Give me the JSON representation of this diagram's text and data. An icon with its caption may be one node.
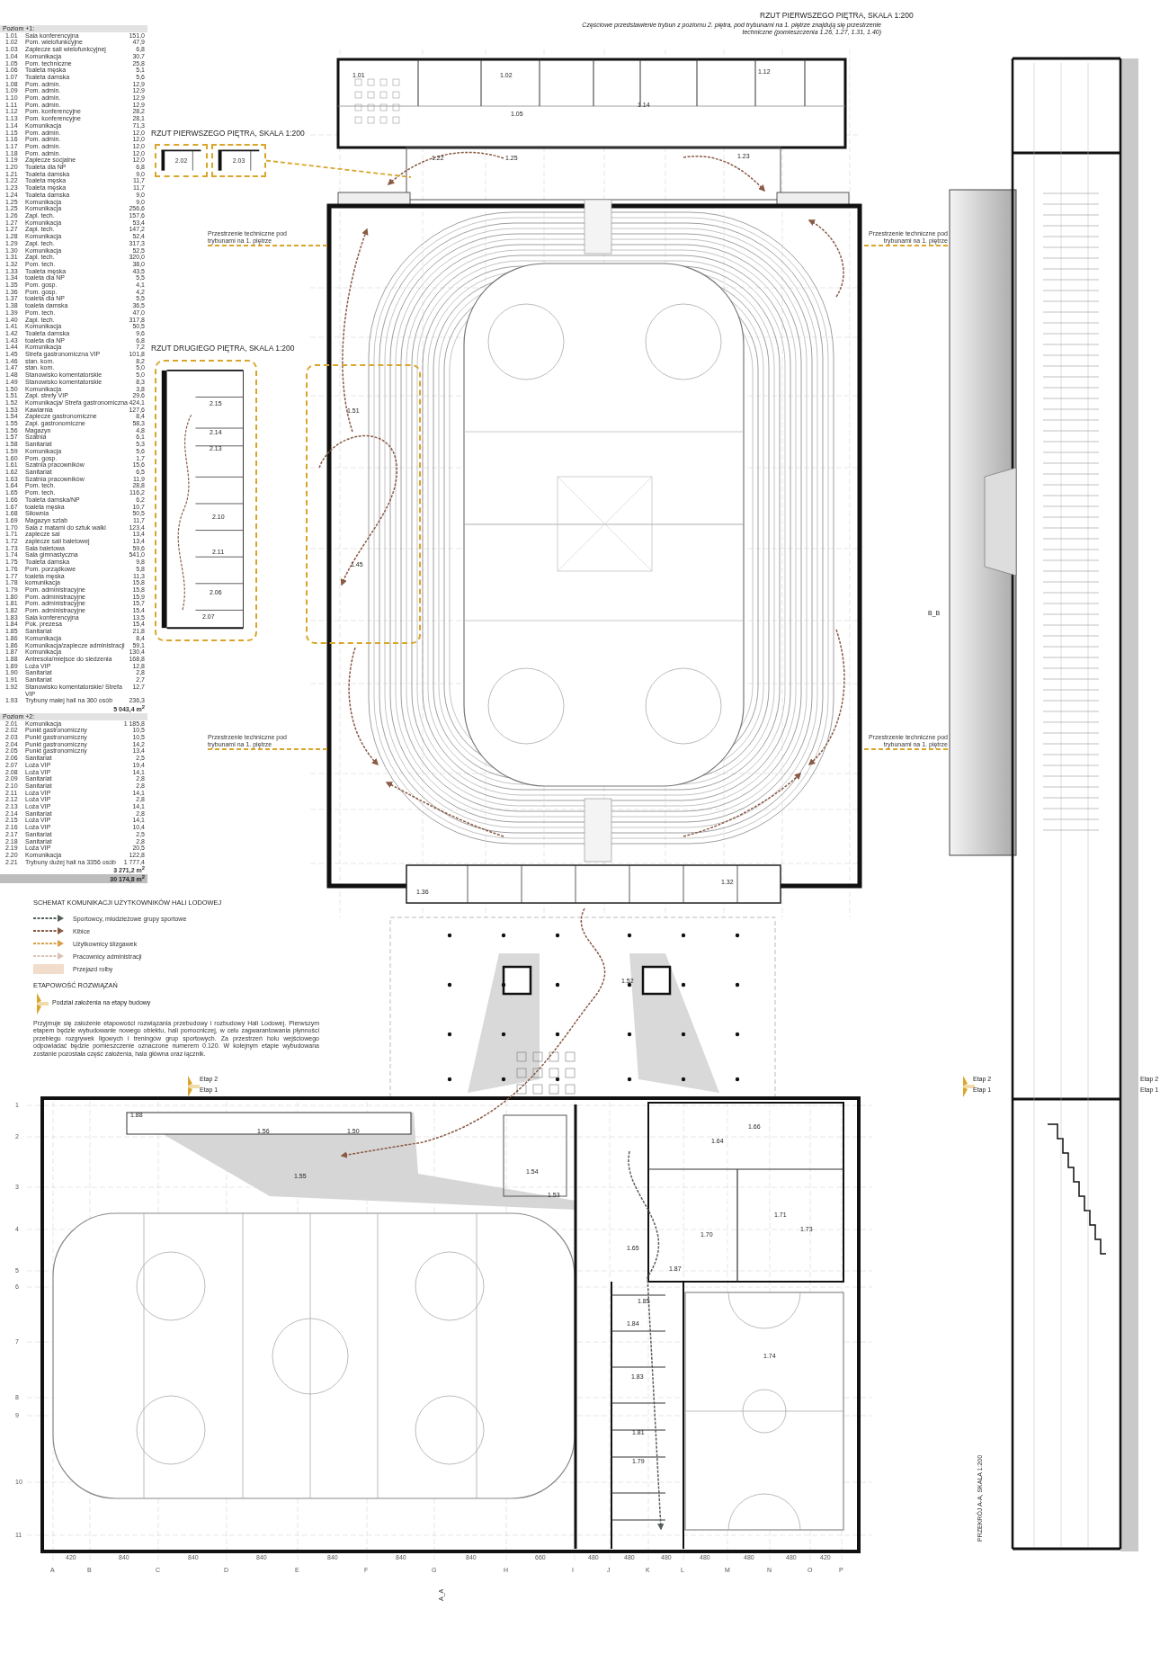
{
  "diagram": {
    "title": "RZUT PIERWSZEGO PIĘTRA, SKALA 1:200",
    "nodes": [
      {
        "text": [
          "Przestrzenie techniczne pod trybunami na 1. piętrze"
        ]
      },
      {
        "text": [
          "Przestrzenie techniczne pod trybunami na 1. piętrze"
        ]
      },
      {
        "text": [
          "Przestrzenie techniczne pod trybunami na 1. piętrze"
        ]
      },
      {
        "text": [
          "Przestrzenie techniczne pod trybunami na 1. piętrze"
        ]
      },
      {
        "text": [
          "2.02"
        ]
      },
      {
        "text": [
          "2.03"
        ]
      },
      {
        "text": [],
        "shape": "box"
      },
      {
        "text": [],
        "shape": "box"
      }
    ],
    "edges": [
      {
        "from": 0,
        "to": null,
        "arrow": "none",
        "style": "dashed"
      },
      {
        "from": 1,
        "to": null,
        "arrow": "none",
        "style": "dashed"
      },
      {
        "from": 2,
        "to": null,
        "arrow": "none",
        "style": "dashed"
      },
      {
        "from": 3,
        "to": null,
        "arrow": "none",
        "style": "dashed"
      },
      {
        "from": 5,
        "to": null,
        "arrow": "none",
        "style": "dashed"
      }
    ],
    "labels": [
      "RZUT PIERWSZEGO PIĘTRA, SKALA 1:200",
      "RZUT DRUGIEGO PIĘTRA, SKALA 1:200",
      "SCHEMAT KOMUNIKACJI UŻYTKOWNIKÓW HALI LODOWEJ",
      "ETAPOWOŚĆ ROZWIĄZAŃ",
      "Podział założenia na etapy budowy",
      "Przyjmuje się założenie etapowości rozwiązania przebudowy i rozbudowy Hali Lodowej. Pierwszym etapem będzie wybudowanie nowego obiektu, hali pomocniczej, w celu zagwarantowania płynności przebiegu rozgrywek ligowych i treningów grup sportowych. Za przestrzeń holu wejściowego odpowiadać będzie pomieszczenie oznaczone numerem 0.120. W kolejnym etapie wybudowana zostanie pozostała część założenia, hala główna oraz łącznik.",
      "Etap 2",
      "Etap 1",
      "Etap 2",
      "Etap 1",
      "Etap 2",
      "Etap 1",
      "B_B",
      "A_A",
      "PRZEKRÓJ A-A, SKALA 1:200",
      "Częściowe przedstawienie trybun z poziomu 2. piętra, pod trybunami na 1. piętrze znajdują się przestrzenie techniczne (pomieszczenia 1.26, 1.27, 1.31, 1.40)",
      "Poziom +1:",
      "1.01",
      "Sala konferencyjna",
      "151,0",
      "1.02",
      "Pom. wielofunkcyjne",
      "47,9",
      "1.03",
      "Zaplecze sali wielofunkcyjnej",
      "6,8",
      "1.04",
      "Komunikacja",
      "30,7",
      "1.05",
      "Pom. techniczne",
      "25,8",
      "1.06",
      "Toaleta męska",
      "5,1",
      "1.07",
      "Toaleta damska",
      "5,6",
      "1.08",
      "Pom. admin.",
      "12,9",
      "1.09",
      "Pom. admin.",
      "12,9",
      "1.10",
      "Pom. admin.",
      "12,9",
      "1.11",
      "Pom. admin.",
      "12,9",
      "1.12",
      "Pom. konferencyjne",
      "28,2",
      "1.13",
      "Pom. konferencyjne",
      "28,1",
      "1.14",
      "Komunikacja",
      "71,3",
      "1.15",
      "Pom. admin.",
      "12,0",
      "1.16",
      "Pom. admin.",
      "12,0",
      "1.17",
      "Pom. admin.",
      "12,0",
      "1.18",
      "Pom. admin.",
      "12,0",
      "1.19",
      "Zaplecze socjalne",
      "12,0",
      "1.20",
      "Toaleta dla NP",
      "6,8",
      "1.21",
      "Toaleta damska",
      "9,0",
      "1.22",
      "Toaleta męska",
      "11,7",
      "1.23",
      "Toaleta męska",
      "11,7",
      "1.24",
      "Toaleta damska",
      "9,0",
      "1.25",
      "Komunikacja",
      "9,0",
      "1.25",
      "Komunikacja",
      "256,6",
      "1.26",
      "Zapl. tech.",
      "157,6",
      "1.27",
      "Komunikacja",
      "53,4",
      "1.27",
      "Zapl. tech.",
      "147,2",
      "1.28",
      "Komunikacja",
      "52,4",
      "1.29",
      "Zapl. tech.",
      "317,3",
      "1.30",
      "Komunikacja",
      "52,5",
      "1.31",
      "Zapl. tech.",
      "320,0",
      "1.32",
      "Pom. tech.",
      "38,0",
      "1.33",
      "Toaleta męska",
      "43,5",
      "1.34",
      "toaleta dla NP",
      "5,5",
      "1.35",
      "Pom. gosp.",
      "4,1",
      "1.36",
      "Pom. gosp.",
      "4,2",
      "1.37",
      "toaleta dla NP",
      "5,5",
      "1.38",
      "toaleta damska",
      "36,5",
      "1.39",
      "Pom. tech.",
      "47,0",
      "1.40",
      "Zapl. tech.",
      "317,8",
      "1.41",
      "Komunikacja",
      "50,5",
      "1.42",
      "Toaleta damska",
      "9,6",
      "1.43",
      "toaleta dla NP",
      "6,8",
      "1.44",
      "Komunikacja",
      "7,2",
      "1.45",
      "Strefa gastronomiczna VIP",
      "101,8",
      "1.46",
      "stan. kom.",
      "8,2",
      "1.47",
      "stan. kom.",
      "5,0",
      "1.48",
      "Stanowisko komentatorskie",
      "5,0",
      "1.49",
      "Stanowisko komentatorskie",
      "8,3",
      "1.50",
      "Komunikacja",
      "3,8",
      "1.51",
      "Zapl. strefy VIP",
      "29,6",
      "1.52",
      "Komunikacja/ Strefa gastronomiczna",
      "424,1",
      "1.53",
      "Kawiarnia",
      "127,6",
      "1.54",
      "Zaplecze gastronomiczne",
      "8,4",
      "1.55",
      "Zapl. gastronomiczne",
      "58,3",
      "1.56",
      "Magazyn",
      "4,8",
      "1.57",
      "Szatnia",
      "6,1",
      "1.58",
      "Sanitariat",
      "5,3",
      "1.59",
      "Komunikacja",
      "5,6",
      "1.60",
      "Pom. gosp.",
      "1,7",
      "1.61",
      "Szatnia pracowników",
      "15,6",
      "1.62",
      "Sanitariat",
      "6,5",
      "1.63",
      "Szatnia pracowników",
      "11,9",
      "1.64",
      "Pom. tech.",
      "28,8",
      "1.65",
      "Pom. tech.",
      "116,2",
      "1.66",
      "Toaleta damska/NP",
      "6,2",
      "1.67",
      "toaleta męska",
      "10,7",
      "1.68",
      "Siłownia",
      "50,5",
      "1.69",
      "Magazyn sztab",
      "11,7",
      "1.70",
      "Sala z matami do sztuk walki",
      "123,4",
      "1.71",
      "zaplecze sal",
      "13,4",
      "1.72",
      "zaplecze sali baletowej",
      "13,4",
      "1.73",
      "Sala baletowa",
      "59,6",
      "1.74",
      "Sala gimnastyczna",
      "541,0",
      "1.75",
      "Toaleta damska",
      "9,8",
      "1.76",
      "Pom. porządkowe",
      "5,8",
      "1.77",
      "toaleta męska",
      "11,3",
      "1.78",
      "komunikacja",
      "15,8",
      "1.79",
      "Pom. administracyjne",
      "15,8",
      "1.80",
      "Pom. administracyjne",
      "15,9",
      "1.81",
      "Pom. administracyjne",
      "15,7",
      "1.82",
      "Pom. administracyjne",
      "15,4",
      "1.83",
      "Sala konferencyjna",
      "13,5",
      "1.84",
      "Pok. prezesa",
      "15,4",
      "1.85",
      "Sanitariat",
      "21,8",
      "1.86",
      "Komunikacja",
      "8,4",
      "1.86",
      "Komunikacja/zaplecze administracji",
      "59,1",
      "1.87",
      "Komunikacja",
      "130,4",
      "1.88",
      "Antresola/miejsce do siedzenia",
      "168,8",
      "1.89",
      "Loża VIP",
      "12,8",
      "1.90",
      "Sanitariat",
      "2,8",
      "1.91",
      "Sanitariat",
      "2,7",
      "1.92",
      "Stanowisko komentatorskie/ Strefa VIP",
      "12,7",
      "1.93",
      "Trybuny małej hali na 360 osób",
      "236,3",
      "5 043,4 m$^{2}$",
      "Poziom +2:",
      "2.01",
      "Komunikacja",
      "1 185,8",
      "2.02",
      "Punkt gastronomiczny",
      "10,5",
      "2.03",
      "Punkt gastronomiczny",
      "10,5",
      "2.04",
      "Punkt gastronomiczny",
      "14,2",
      "2.05",
      "Punkt gastronomiczny",
      "13,4",
      "2.06",
      "Sanitariat",
      "2,5",
      "2.07",
      "Loża VIP",
      "19,4",
      "2.08",
      "Loża VIP",
      "14,1",
      "2.09",
      "Sanitariat",
      "2,8",
      "2.10",
      "Sanitariat",
      "2,8",
      "2.11",
      "Loża VIP",
      "14,1",
      "2.12",
      "Loża VIP",
      "2,8",
      "2.13",
      "Loża VIP",
      "14,1",
      "2.14",
      "Sanitariat",
      "2,8",
      "2.15",
      "Loża VIP",
      "14,1",
      "2.16",
      "Loża VIP",
      "10,4",
      "2.17",
      "Sanitariat",
      "2,5",
      "2.18",
      "Sanitariat",
      "2,8",
      "2.19",
      "Loża VIP",
      "20,5",
      "2.20",
      "Komunikacja",
      "122,8",
      "2.21",
      "Trybuny dużej hali na 3356 osób",
      "1 777,4",
      "3 271,2 m$^{2}$",
      "30 174,8 m$^{2}$",
      "1.01",
      "1.02",
      "1.05",
      "1.14",
      "1.12",
      "1.22",
      "1.25",
      "1.23",
      "1.51",
      "1.45",
      "1.36",
      "1.32",
      "1.52",
      "1.56",
      "1.50",
      "1.55",
      "1.54",
      "1.53",
      "1.88",
      "1.66",
      "1.64",
      "1.65",
      "1.70",
      "1.71",
      "1.73",
      "1.74",
      "1.87",
      "1.85",
      "1.84",
      "1.83",
      "1.81",
      "1.79",
      "2.15",
      "2.14",
      "2.13",
      "2.10",
      "2.11",
      "2.06",
      "2.07",
      "A",
      "B",
      "C",
      "D",
      "E",
      "F",
      "G",
      "H",
      "I",
      "J",
      "K",
      "L",
      "M",
      "N",
      "O",
      "P",
      "1",
      "2",
      "3",
      "4",
      "5",
      "6",
      "7",
      "8",
      "9",
      "10",
      "11",
      "420",
      "840",
      "840",
      "840",
      "840",
      "840",
      "840",
      "660",
      "480",
      "480",
      "480",
      "480",
      "480",
      "480",
      "420"
    ],
    "legend": [
      {
        "text": "Sportowcy, młodzieżowe grupy sportowe"
      },
      {
        "text": "Kibice"
      },
      {
        "text": "Użytkownicy ślizgawek"
      },
      {
        "text": "Pracownicy administracji"
      },
      {
        "text": "Przejazd rolby",
        "color": "#f2dccb"
      }
    ]
  }
}
